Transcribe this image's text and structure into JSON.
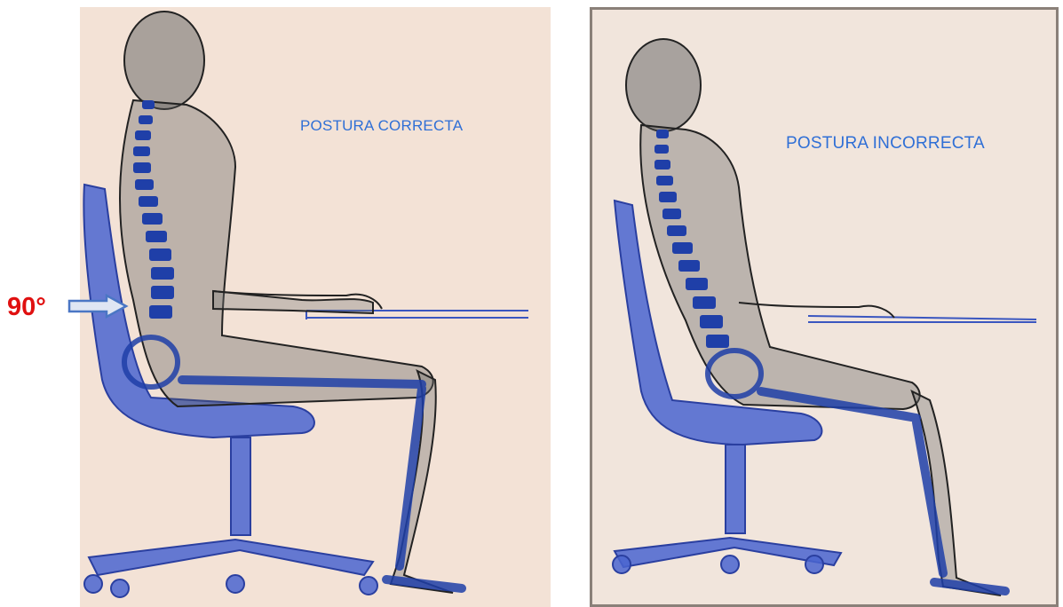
{
  "left_panel": {
    "caption": "POSTURA CORRECTA"
  },
  "right_panel": {
    "caption": "POSTURA INCORRECTA"
  },
  "angle_marker": {
    "label": "90°",
    "arrow_color": "#4a76c4"
  },
  "colors": {
    "caption": "#2f6fd6",
    "angle_label": "#e01010",
    "chair": "#3f5fd0",
    "skeleton": "#1f3fa8",
    "body_shade": "#444444"
  }
}
